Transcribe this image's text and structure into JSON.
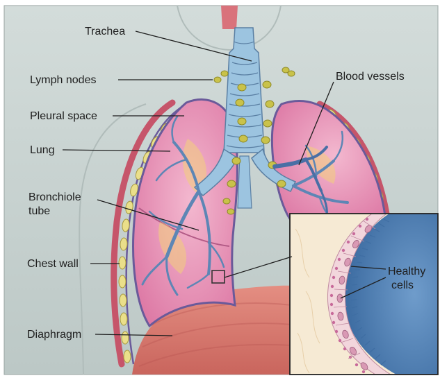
{
  "labels": {
    "trachea": "Trachea",
    "lymph_nodes": "Lymph nodes",
    "blood_vessels": "Blood vessels",
    "pleural_space": "Pleural space",
    "lung": "Lung",
    "bronchiole_line1": "Bronchiole",
    "bronchiole_line2": "tube",
    "chest_wall": "Chest wall",
    "diaphragm": "Diaphragm",
    "healthy_line1": "Healthy",
    "healthy_line2": "cells"
  },
  "colors": {
    "background": "#c9d3d1",
    "lung_fill": "#e486b0",
    "lung_outline": "#6a5a9a",
    "airway": "#8fb9d8",
    "lymph_node": "#c9c24a",
    "pleura_dot": "#eadf8a",
    "diaphragm": "#d9776c",
    "inset_tissue": "#f6ead4",
    "inset_lumen": "#4f7fb2"
  }
}
